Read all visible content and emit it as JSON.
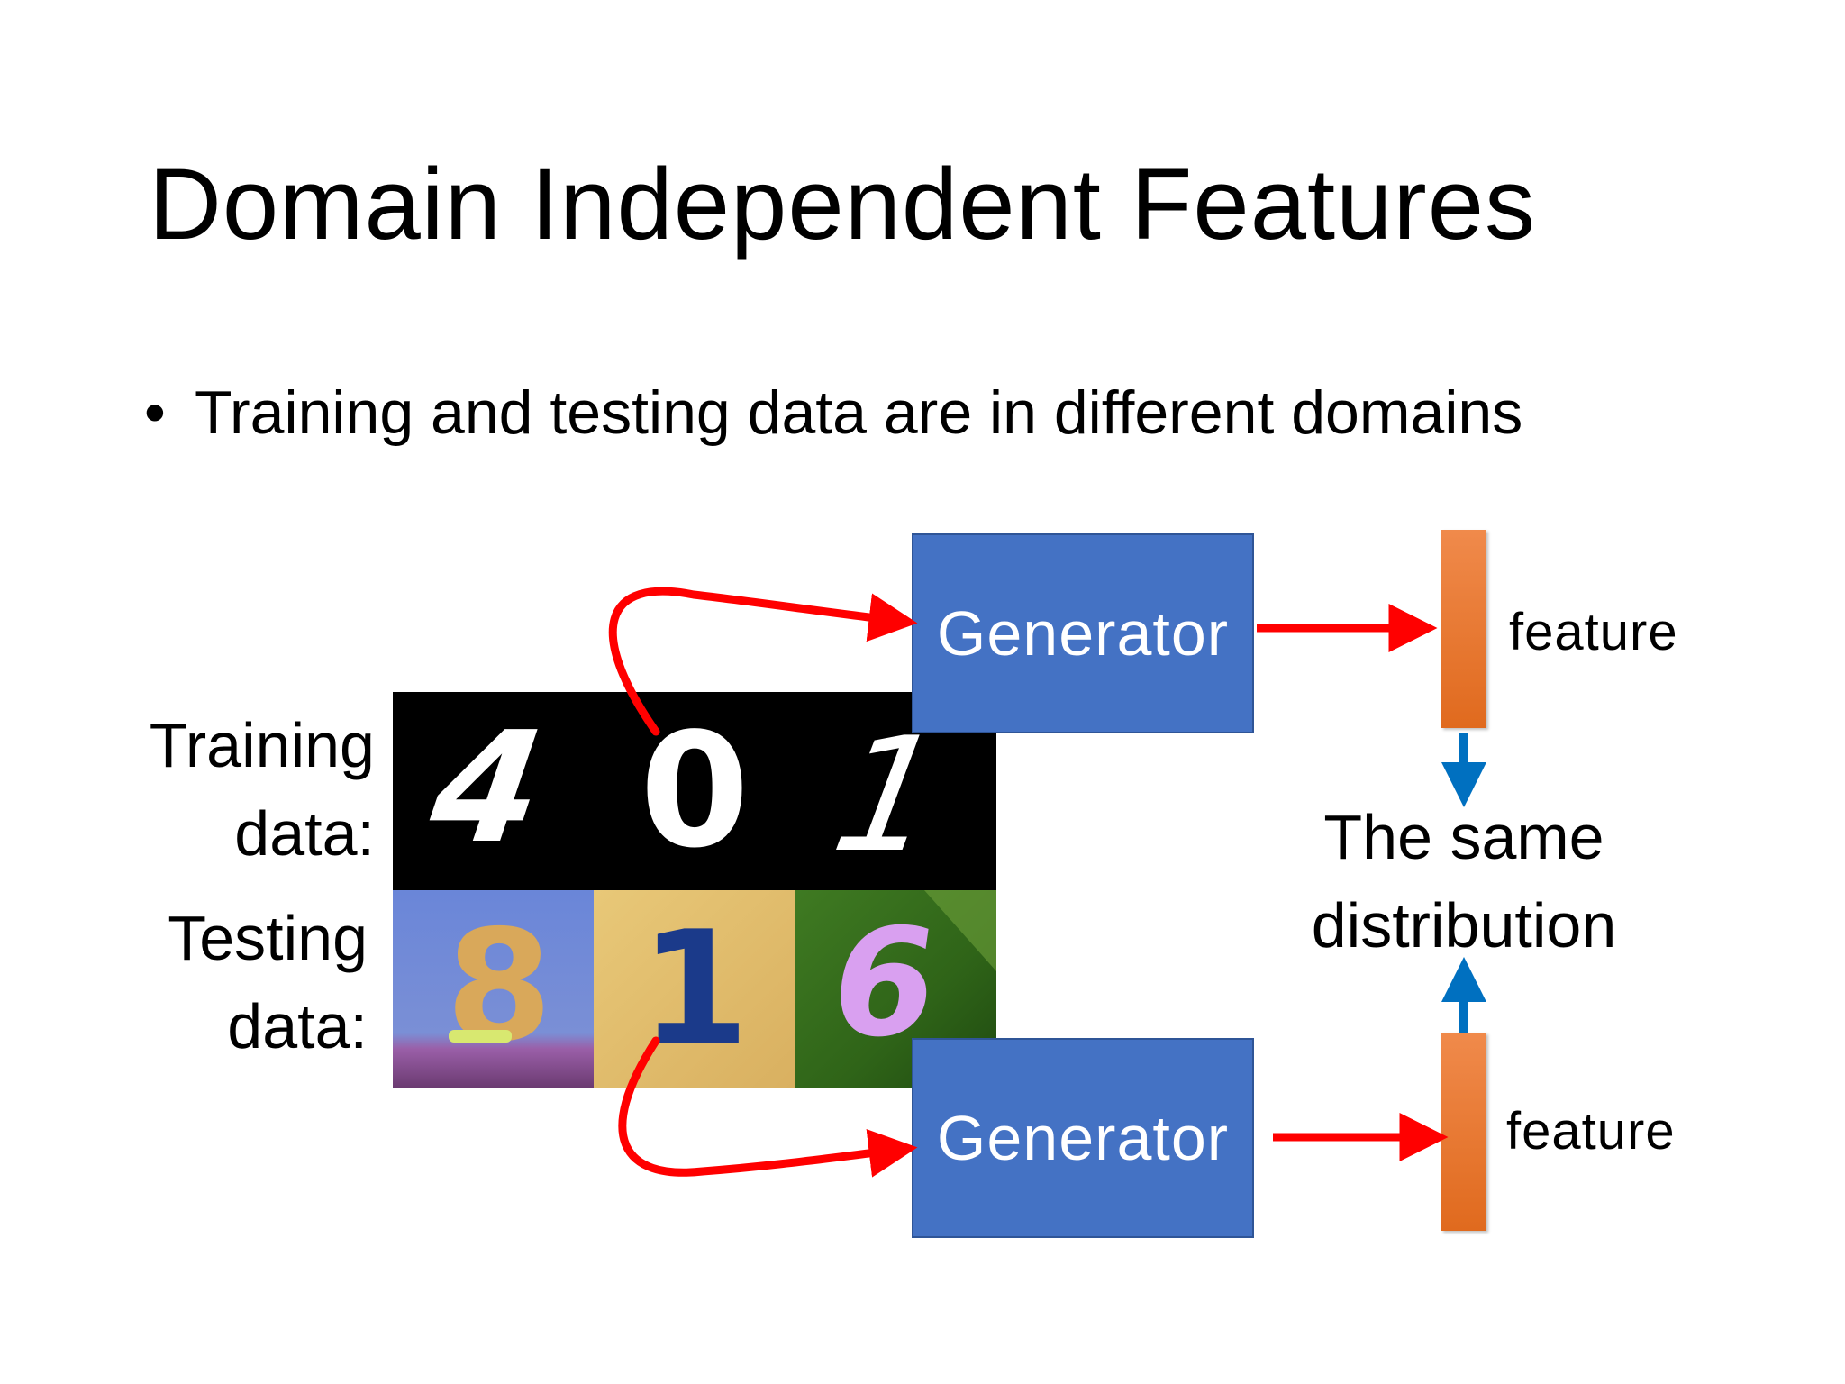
{
  "slide": {
    "title": "Domain Independent Features",
    "bullet": "Training and testing data are in different domains"
  },
  "labels": {
    "training_line1": "Training",
    "training_line2": "data:",
    "testing_line1": "Testing",
    "testing_line2": "data:"
  },
  "digits": {
    "training": [
      "4",
      "0",
      "1"
    ],
    "testing": [
      "8",
      "1",
      "6"
    ]
  },
  "generator": {
    "top_label": "Generator",
    "bottom_label": "Generator"
  },
  "feature": {
    "top_label": "feature",
    "bottom_label": "feature"
  },
  "distribution": {
    "line1": "The same",
    "line2": "distribution"
  },
  "colors": {
    "generator_fill": "#4472c4",
    "feature_bar": "#ed7d31",
    "flow_arrow": "#ff0000",
    "comparison_arrow": "#0070c0"
  }
}
